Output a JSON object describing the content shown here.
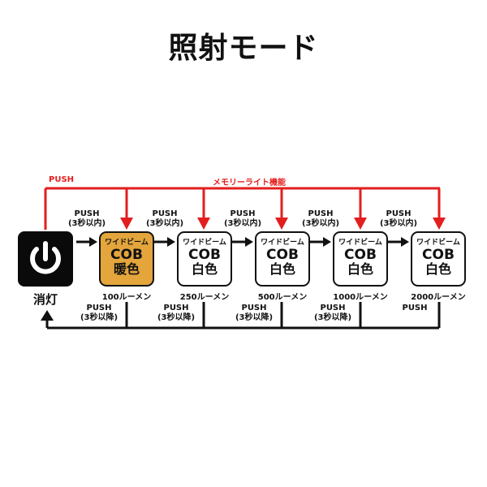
{
  "title": "照射モード",
  "push_top_label": "PUSH",
  "memory_label": "メモリーライト機能",
  "off_label": "消灯",
  "power_icon": "power-icon",
  "push_forward": [
    "PUSH",
    "(3秒以内)"
  ],
  "push_hold": [
    "PUSH",
    "(3秒以降)"
  ],
  "push_last": "PUSH",
  "modes": [
    {
      "beam": "ワイドビーム",
      "cob": "COB",
      "color": "暖色",
      "lumen": "100ルーメン"
    },
    {
      "beam": "ワイドビーム",
      "cob": "COB",
      "color": "白色",
      "lumen": "250ルーメン"
    },
    {
      "beam": "ワイドビーム",
      "cob": "COB",
      "color": "白色",
      "lumen": "500ルーメン"
    },
    {
      "beam": "ワイドビーム",
      "cob": "COB",
      "color": "白色",
      "lumen": "1000ルーメン"
    },
    {
      "beam": "ワイドビーム",
      "cob": "COB",
      "color": "白色",
      "lumen": "2000ルーメン"
    }
  ],
  "colors": {
    "accent_red": "#e31e1e",
    "warm_fill": "#e3a53c",
    "ink": "#111111"
  }
}
